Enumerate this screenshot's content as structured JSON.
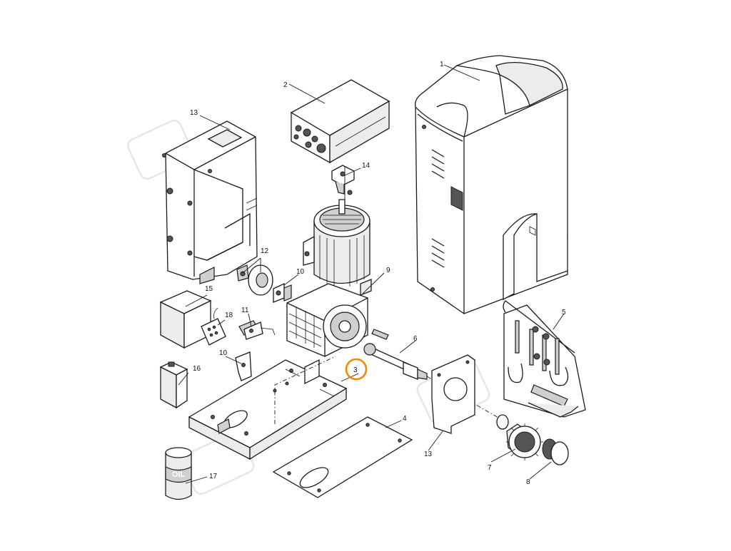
{
  "diagram": {
    "highlight": {
      "part": "3",
      "color": "#f08a00"
    },
    "oil_label": "OIL",
    "callouts": [
      "1",
      "2",
      "3",
      "4",
      "5",
      "6",
      "7",
      "8",
      "9",
      "10",
      "10",
      "11",
      "12",
      "13",
      "13",
      "14",
      "15",
      "16",
      "17",
      "18"
    ]
  }
}
